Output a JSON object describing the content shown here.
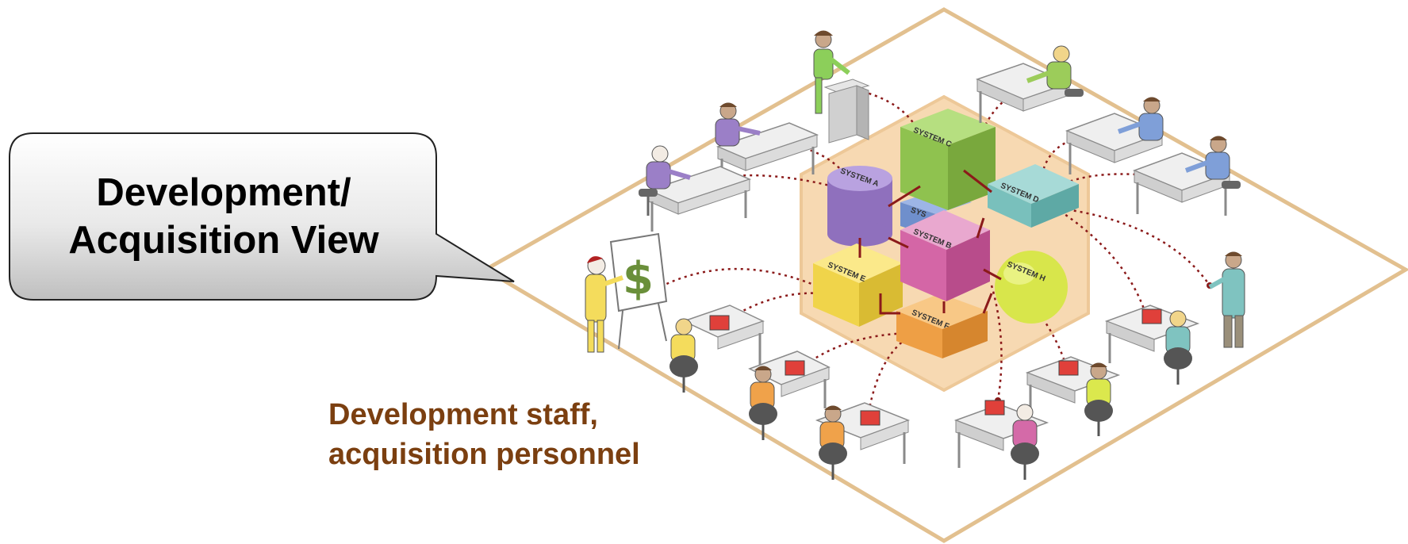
{
  "view_title": {
    "line1": "Development/",
    "line2": "Acquisition View"
  },
  "caption": {
    "line1": "Development staff,",
    "line2": "acquisition personnel",
    "color": "#7b3f10"
  },
  "systems": {
    "a": "SYSTEM A",
    "b": "SYSTEM B",
    "c": "SYSTEM C",
    "d": "SYSTEM D",
    "e": "SYSTEM E",
    "f": "SYSTEM F",
    "g": "SYS",
    "h": "SYSTEM H"
  },
  "flipchart_symbol": "$",
  "colors": {
    "floor_border": "#e2c08f",
    "core_fill": "#f7d9b2",
    "connector": "#8b1a1a",
    "system_a": "#9b7fc7",
    "system_b": "#d46aa8",
    "system_c": "#9ccc5a",
    "system_d": "#7fc3c0",
    "system_e": "#f4dc5c",
    "system_f": "#f0a24a",
    "system_g": "#7f9fd8",
    "system_h": "#dbe84d"
  }
}
